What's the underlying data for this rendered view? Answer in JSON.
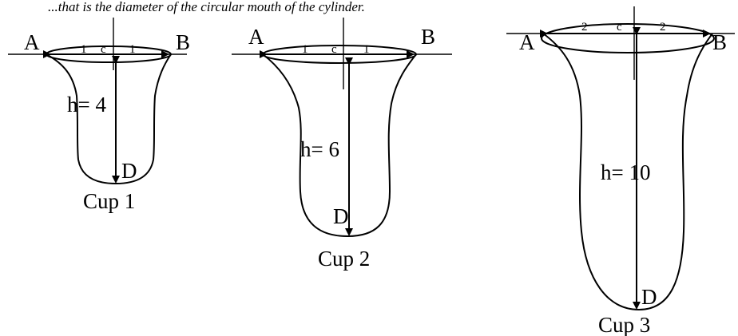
{
  "header_text": "...that is the diameter of the circular mouth of the cylinder.",
  "cups": [
    {
      "caption": "Cup 1",
      "left_label": "A",
      "right_label": "B",
      "center_label": "c",
      "half_left": "1",
      "half_right": "1",
      "height_label": "h= 4",
      "bottom_label": "D"
    },
    {
      "caption": "Cup 2",
      "left_label": "A",
      "right_label": "B",
      "center_label": "c",
      "half_left": "1",
      "half_right": "1",
      "height_label": "h= 6",
      "bottom_label": "D"
    },
    {
      "caption": "Cup 3",
      "left_label": "A",
      "right_label": "B",
      "center_label": "c",
      "half_left": "2",
      "half_right": "2",
      "height_label": "h= 10",
      "bottom_label": "D"
    }
  ]
}
